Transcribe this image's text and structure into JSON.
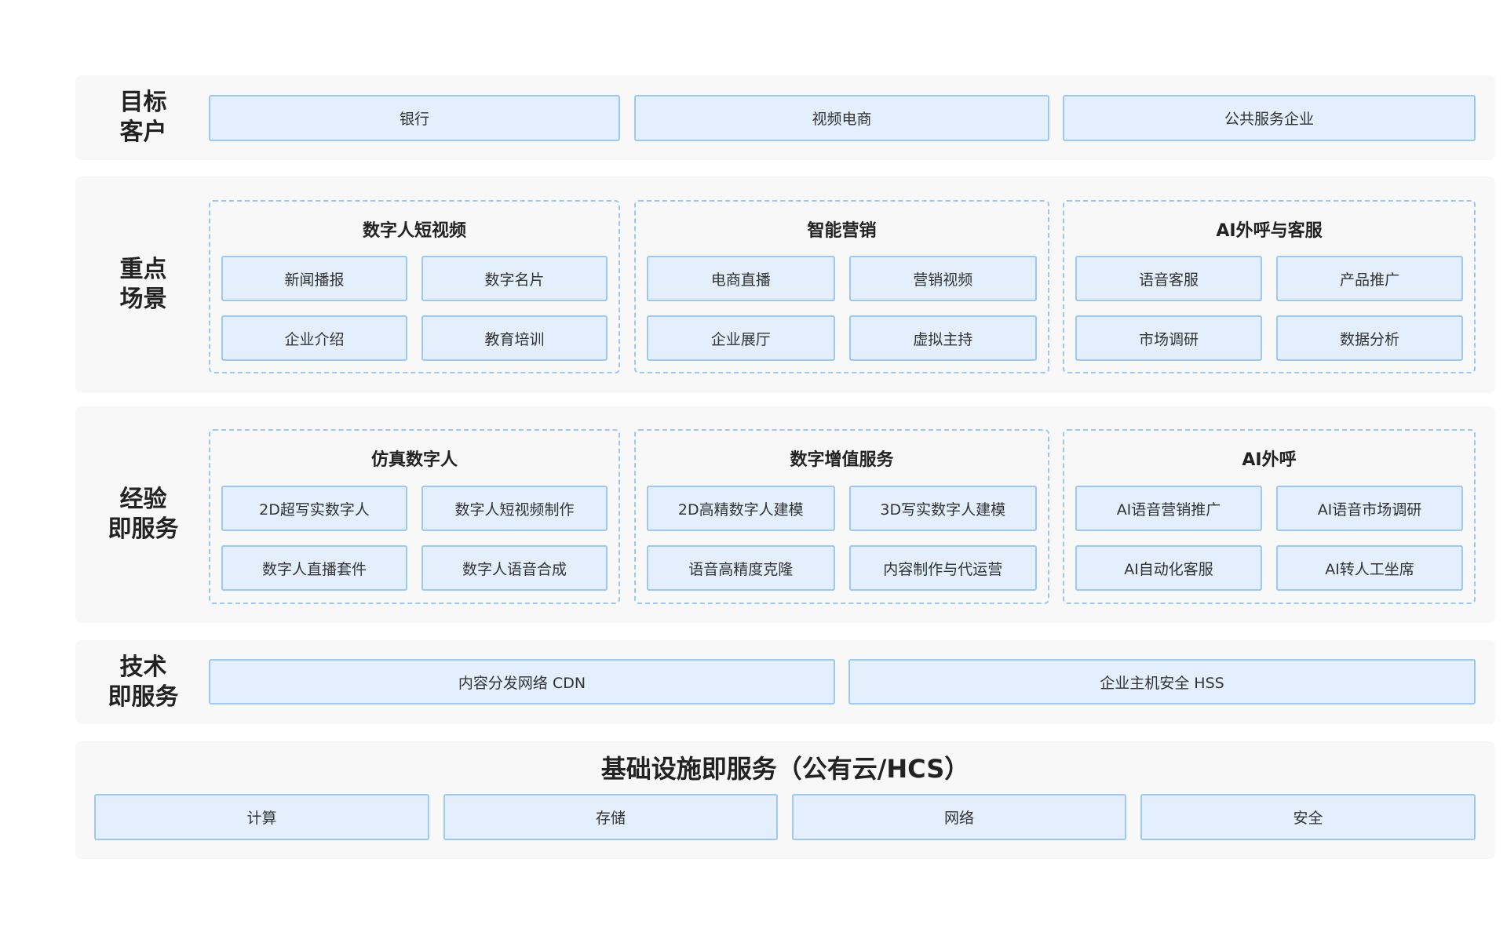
{
  "rows": {
    "target": {
      "label": "目标\n客户",
      "items": [
        "银行",
        "视频电商",
        "公共服务企业"
      ]
    },
    "scenes": {
      "label": "重点\n场景",
      "groups": [
        {
          "title": "数字人短视频",
          "items": [
            "新闻播报",
            "数字名片",
            "企业介绍",
            "教育培训"
          ]
        },
        {
          "title": "智能营销",
          "items": [
            "电商直播",
            "营销视频",
            "企业展厅",
            "虚拟主持"
          ]
        },
        {
          "title": "AI外呼与客服",
          "items": [
            "语音客服",
            "产品推广",
            "市场调研",
            "数据分析"
          ]
        }
      ]
    },
    "experience": {
      "label": "经验\n即服务",
      "groups": [
        {
          "title": "仿真数字人",
          "items": [
            "2D超写实数字人",
            "数字人短视频制作",
            "数字人直播套件",
            "数字人语音合成"
          ]
        },
        {
          "title": "数字增值服务",
          "items": [
            "2D高精数字人建模",
            "3D写实数字人建模",
            "语音高精度克隆",
            "内容制作与代运营"
          ]
        },
        {
          "title": "AI外呼",
          "items": [
            "AI语音营销推广",
            "AI语音市场调研",
            "AI自动化客服",
            "AI转人工坐席"
          ]
        }
      ]
    },
    "tech": {
      "label": "技术\n即服务",
      "items": [
        "内容分发网络 CDN",
        "企业主机安全 HSS"
      ]
    },
    "infra": {
      "title": "基础设施即服务（公有云/HCS）",
      "items": [
        "计算",
        "存储",
        "网络",
        "安全"
      ]
    }
  }
}
